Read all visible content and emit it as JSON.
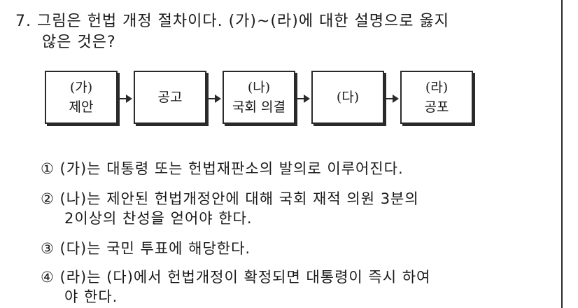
{
  "question": {
    "line1": "7. 그림은 헌법 개정 절차이다. (가)~(라)에 대한 설명으로 옳지",
    "line2": "않은 것은?"
  },
  "flow": {
    "boxes": [
      {
        "top": "(가)",
        "bottom": "제안"
      },
      {
        "top": "",
        "bottom": "공고"
      },
      {
        "top": "(나)",
        "bottom": "국회 의결"
      },
      {
        "top": "",
        "bottom": "(다)"
      },
      {
        "top": "(라)",
        "bottom": "공포"
      }
    ]
  },
  "choices": [
    {
      "text": "① (가)는 대통령 또는 헌법재판소의 발의로 이루어진다."
    },
    {
      "text": "② (나)는 제안된 헌법개정안에 대해 국회 재적 의원 3분의",
      "cont": "2이상의 찬성을 얻어야 한다."
    },
    {
      "text": "③ (다)는 국민 투표에 해당한다."
    },
    {
      "text": "④ (라)는 (다)에서 헌법개정이 확정되면 대통령이 즉시 하여",
      "cont": "야 한다."
    }
  ]
}
